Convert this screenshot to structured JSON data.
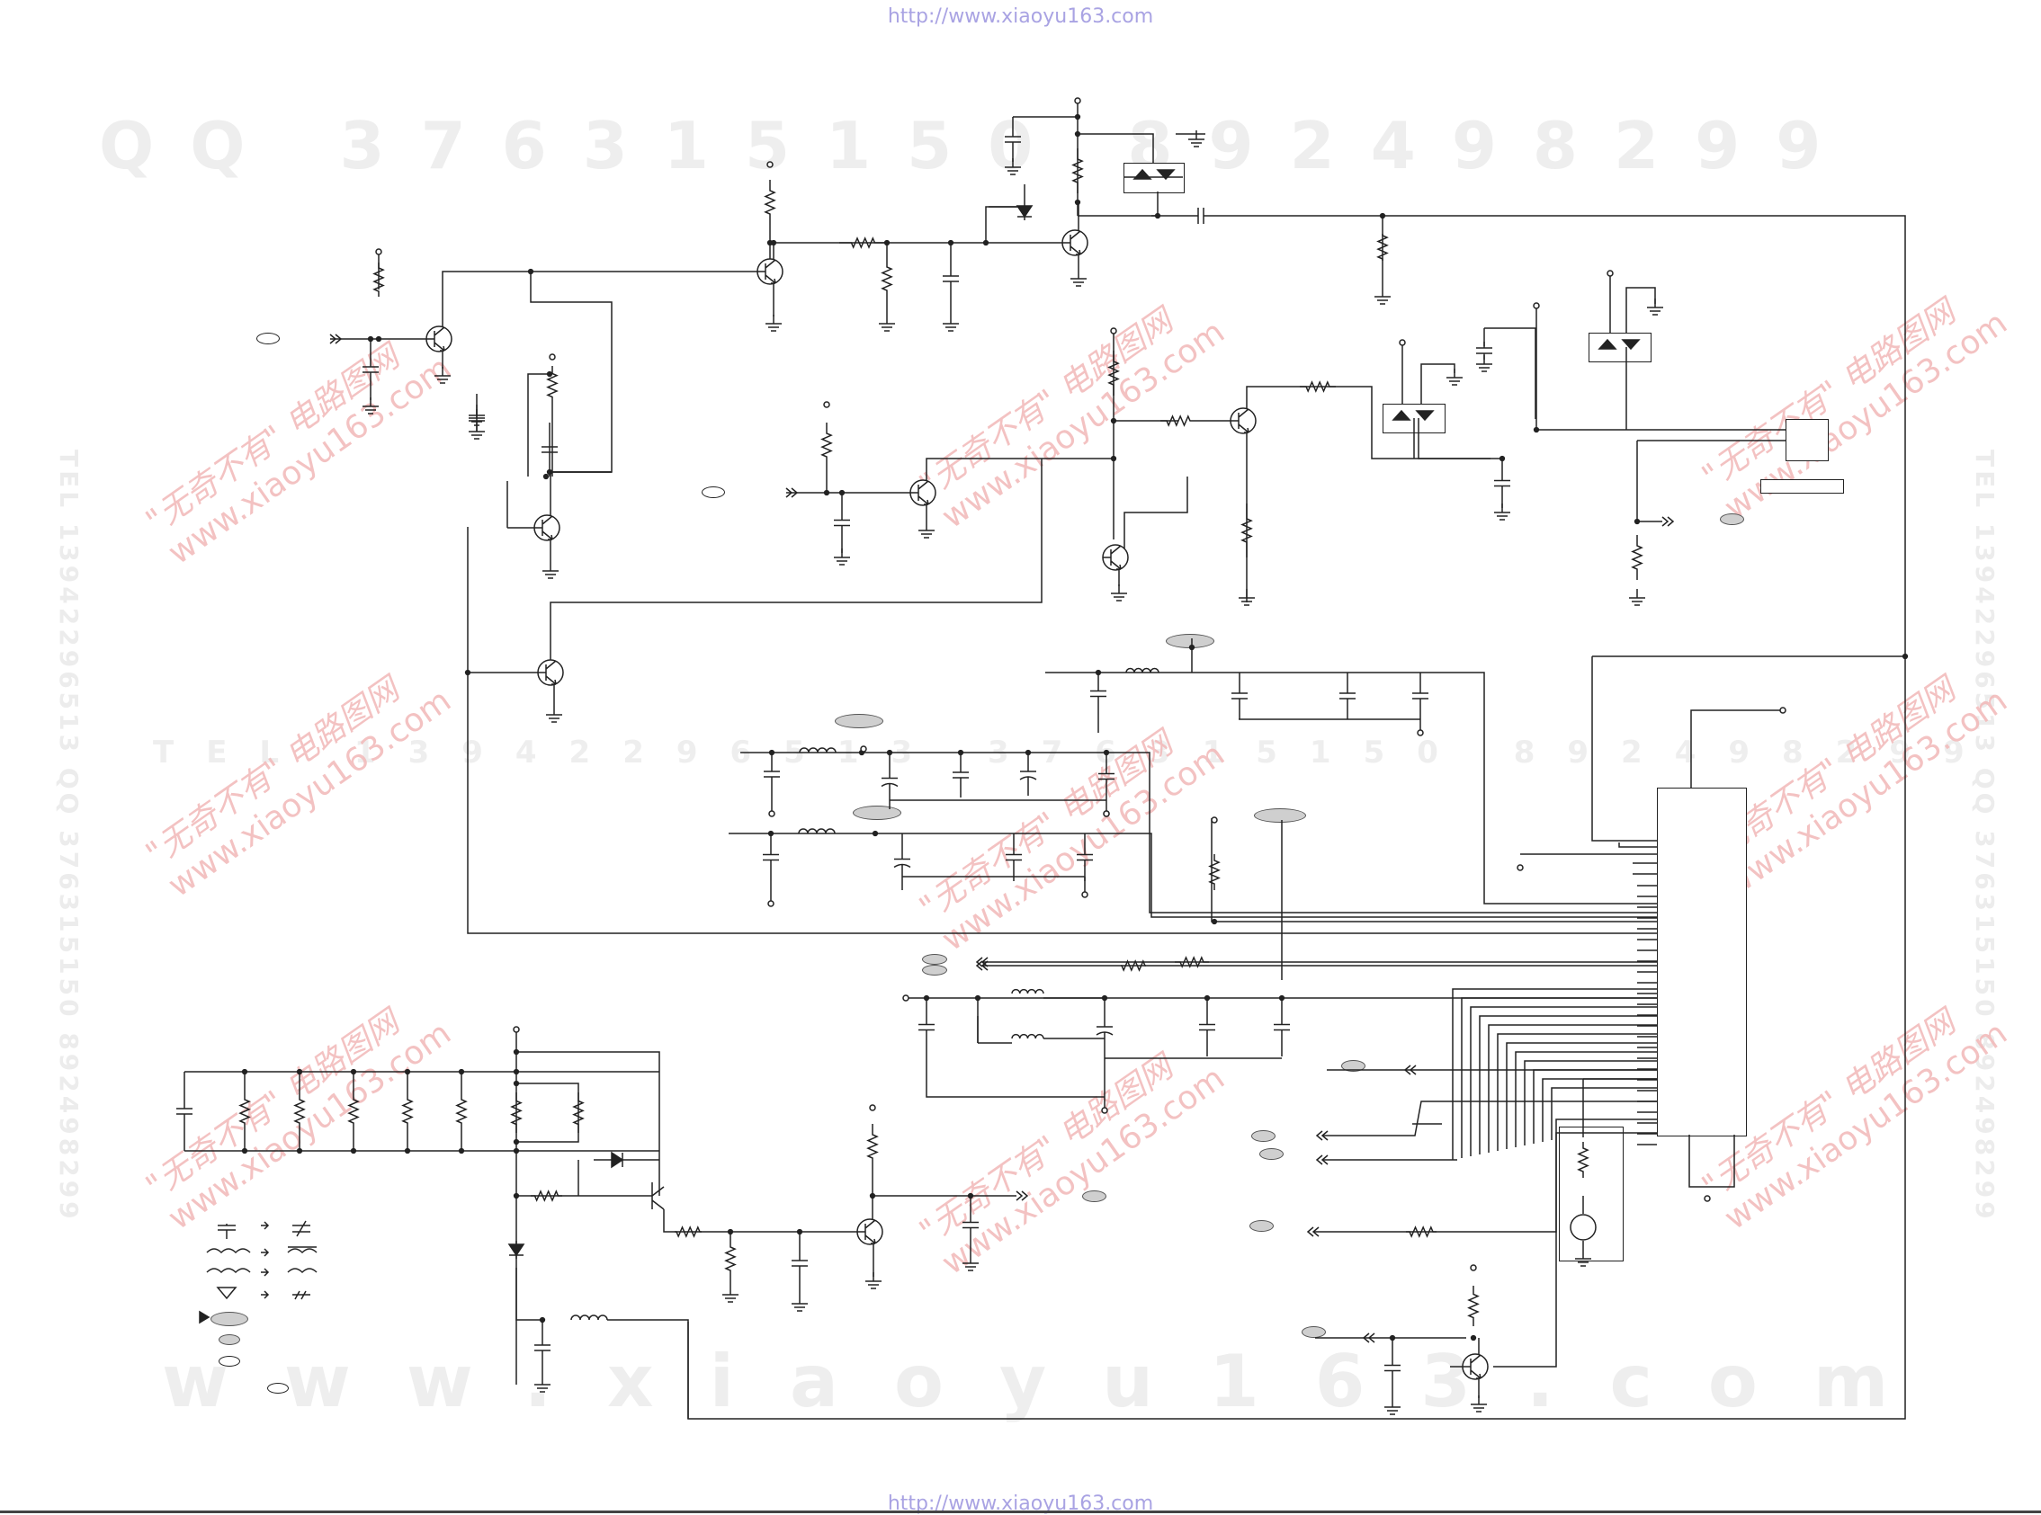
{
  "page": {
    "url_top": "http://www.xiaoyu163.com",
    "url_bottom": "http://www.xiaoyu163.com"
  },
  "watermarks": {
    "qq_line": "QQ 376315150 892498299",
    "tel_line": "TEL 13942296513 376315150 892498299",
    "www_line": "www.xiaoyu163.com",
    "side_left": "TEL 13942296513 QQ 376315150 892498299",
    "side_right": "TEL 13942296513 QQ 376315150 892498299",
    "stamp_line1": "\"无奇不有\" 电路图网",
    "stamp_line2": "www.xiaoyu163.com"
  },
  "colors": {
    "url": "#a9a3e3",
    "wire": "#222222",
    "watermark": "#eeeeee",
    "stamp": "#f2b8b8",
    "tag_fill": "#cfcfcf"
  }
}
